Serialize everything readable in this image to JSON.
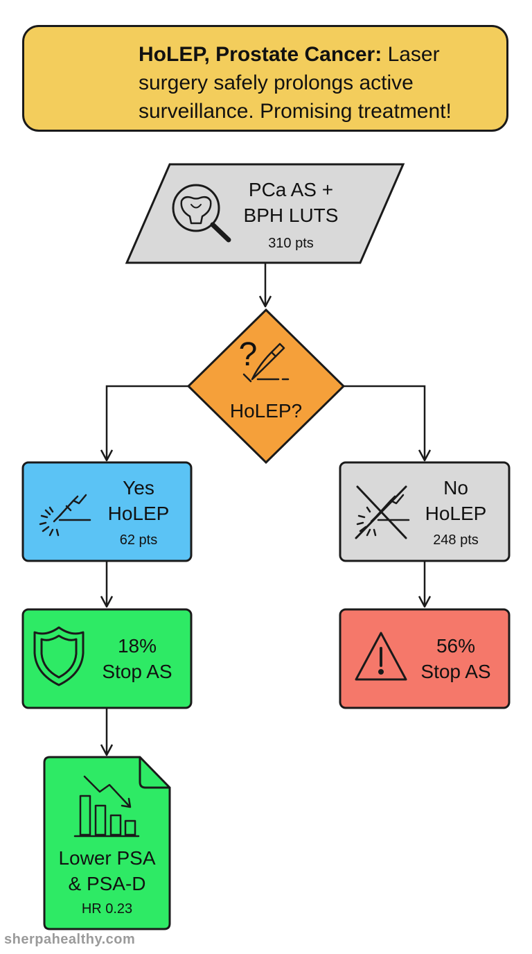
{
  "banner": {
    "title": "HoLEP, Prostate Cancer:",
    "text": "Laser surgery safely prolongs active surveillance. Promising treatment!",
    "icon": "prostate-laser-icon",
    "color": "#f3cd5c"
  },
  "start_node": {
    "line1": "PCa AS +",
    "line2": "BPH LUTS",
    "count": "310 pts",
    "icon": "magnifier-prostate-icon",
    "color": "#d9d9d9"
  },
  "decision": {
    "label": "HoLEP?",
    "mark": "?",
    "icon": "scalpel-icon",
    "color": "#f5a03a"
  },
  "yes_branch": {
    "line1": "Yes",
    "line2": "HoLEP",
    "count": "62 pts",
    "icon": "laser-icon",
    "color": "#5bc3f5",
    "outcome": {
      "line1": "18%",
      "line2": "Stop AS",
      "icon": "shield-icon",
      "color": "#2eea65"
    },
    "result": {
      "line1": "Lower PSA",
      "line2": "& PSA-D",
      "detail": "HR 0.23",
      "icon": "declining-bar-chart-icon",
      "color": "#2eea65"
    }
  },
  "no_branch": {
    "line1": "No",
    "line2": "HoLEP",
    "count": "248 pts",
    "icon": "crossed-laser-icon",
    "color": "#d9d9d9",
    "outcome": {
      "line1": "56%",
      "line2": "Stop AS",
      "icon": "warning-icon",
      "color": "#f5786a"
    }
  },
  "watermark": "sherpahealthy.com"
}
